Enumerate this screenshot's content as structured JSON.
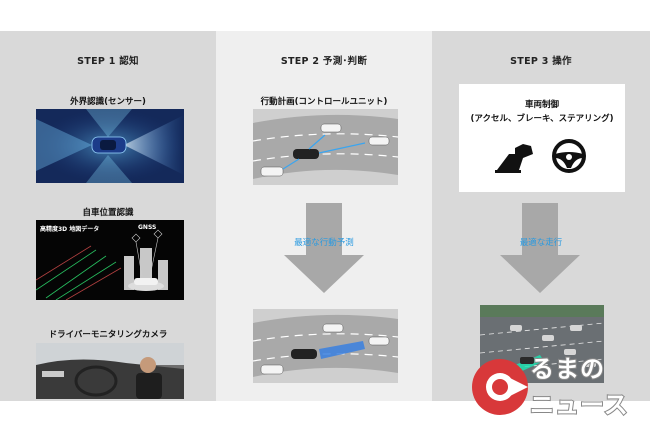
{
  "steps": [
    {
      "title": "STEP 1 認知",
      "sections": [
        {
          "label": "外界認識(センサー)"
        },
        {
          "label": "自車位置認識",
          "tags": [
            "高精度3D 地図データ",
            "GNSS"
          ]
        },
        {
          "label": "ドライバーモニタリングカメラ"
        }
      ]
    },
    {
      "title": "STEP 2 予測･判断",
      "top_label": "行動計画(コントロールユニット)",
      "arrow_label": "最適な行動予測"
    },
    {
      "title": "STEP 3 操作",
      "box_title": "車両制御",
      "box_sub": "(アクセル、ブレーキ、ステアリング)",
      "arrow_label": "最適な走行"
    }
  ],
  "watermark": {
    "line1": "るまの",
    "line2": "ニュース"
  },
  "colors": {
    "accent_blue": "#2a9ae0",
    "logo_red": "#d8383a",
    "panel_gray": "#d9d9d9"
  }
}
